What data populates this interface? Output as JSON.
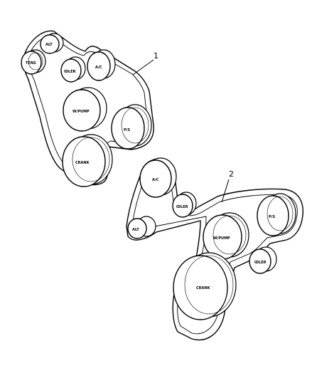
{
  "diagram_1": {
    "callout": "1",
    "pulleys": {
      "tens": "TENS",
      "alt": "ALT",
      "idler": "IDLER",
      "ac": "A/C",
      "wpump": "W/PUMP",
      "ps": "P/S",
      "crank": "CRANK"
    }
  },
  "diagram_2": {
    "callout": "2",
    "pulleys": {
      "ac": "A/C",
      "idler_upper": "IDLER",
      "alt": "ALT",
      "ps": "P/S",
      "wpump": "W/PUMP",
      "idler_lower": "IDLER",
      "crank": "CRANK"
    }
  }
}
